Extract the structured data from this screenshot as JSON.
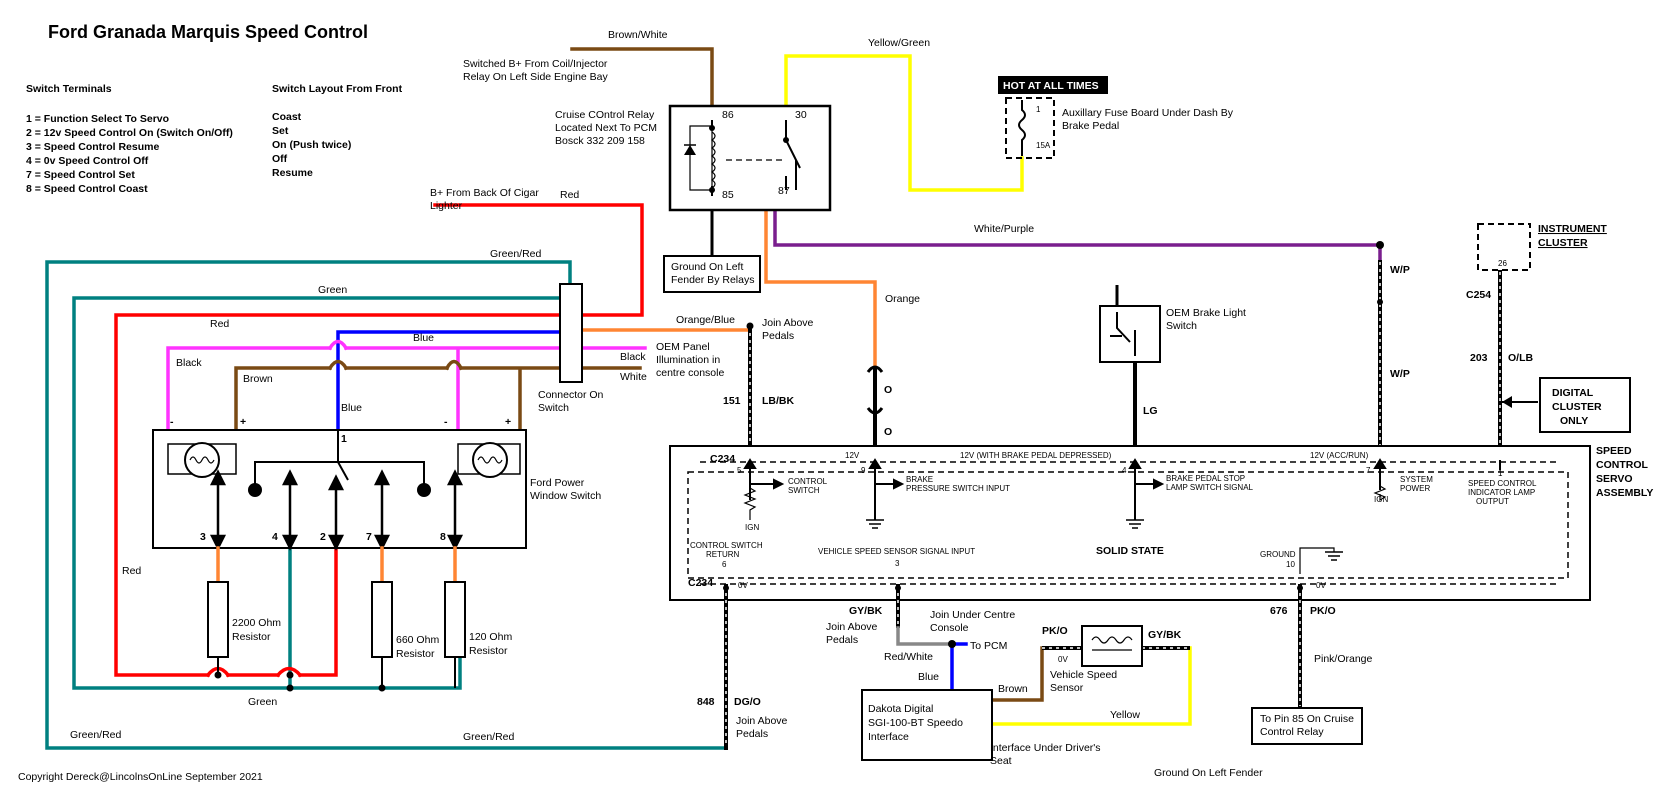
{
  "title": "Ford Granada Marquis Speed Control",
  "copyright": "Copyright Dereck@LincolnsOnLine September 2021",
  "switch_terminals": {
    "heading": "Switch Terminals",
    "items": [
      "1 = Function Select To Servo",
      "2 = 12v Speed Control On (Switch On/Off)",
      "3 = Speed Control Resume",
      "4 = 0v Speed Control Off",
      "7 = Speed Control Set",
      "8 = Speed Control Coast"
    ]
  },
  "switch_layout": {
    "heading": "Switch Layout From Front",
    "items": [
      "Coast",
      "Set",
      "On (Push twice)",
      "Off",
      "Resume"
    ]
  },
  "labels": {
    "brown_white": "Brown/White",
    "switched_b1": "Switched B+ From Coil/Injector",
    "switched_b2": "Relay On Left Side Engine Bay",
    "yellow_green": "Yellow/Green",
    "hot_at_all_times": "HOT AT ALL TIMES",
    "aux_fuse1": "Auxillary Fuse Board Under Dash By",
    "aux_fuse2": "Brake Pedal",
    "fuse_num": "1",
    "fuse_amp": "15A",
    "relay1": "Cruise COntrol Relay",
    "relay2": "Located Next To PCM",
    "relay3": "Bosck 332 209 158",
    "pin86": "86",
    "pin30": "30",
    "pin85": "85",
    "pin87": "87",
    "b_cigar1": "B+ From Back Of Cigar",
    "b_cigar2": "Lighter",
    "red_top": "Red",
    "ground_relay1": "Ground On Left",
    "ground_relay2": "Fender By Relays",
    "white_purple": "White/Purple",
    "instrument1": "INSTRUMENT",
    "instrument2": "CLUSTER",
    "cluster_pin": "26",
    "green_red_top": "Green/Red",
    "green_top": "Green",
    "red_mid": "Red",
    "blue_mid": "Blue",
    "black_left": "Black",
    "brown_left": "Brown",
    "blue_vert": "Blue",
    "orange_blue": "Orange/Blue",
    "join_above1": "Join Above",
    "join_above2": "Pedals",
    "oem_panel1": "OEM Panel",
    "oem_panel2": "Illumination in",
    "oem_panel3": "centre console",
    "black_right": "Black",
    "white_right": "White",
    "connector1": "Connector On",
    "connector2": "Switch",
    "orange": "Orange",
    "oem_brake1": "OEM Brake Light",
    "oem_brake2": "Switch",
    "wp_top": "W/P",
    "wp_mid": "W/P",
    "c254": "C254",
    "wire203": "203",
    "olb": "O/LB",
    "digital1": "DIGITAL",
    "digital2": "CLUSTER",
    "digital3": "ONLY",
    "wire151": "151",
    "lbbk": "LB/BK",
    "o_upper": "O",
    "o_lower": "O",
    "lg": "LG",
    "speed_control1": "SPEED",
    "speed_control2": "CONTROL",
    "speed_control3": "SERVO",
    "speed_control4": "ASSEMBLY",
    "c234_top": "C234",
    "twelve_v": "12V",
    "twelve_v_brake": "12V (WITH BRAKE PEDAL DEPRESSED)",
    "twelve_v_acc": "12V (ACC/RUN)",
    "pin5": "5",
    "control_switch1": "CONTROL",
    "control_switch2": "SWITCH",
    "pin9": "9",
    "brake_pressure1": "BRAKE",
    "brake_pressure2": "PRESSURE SWITCH INPUT",
    "pin4s": "4",
    "brake_stop1": "BRAKE PEDAL STOP",
    "brake_stop2": "LAMP SWITCH SIGNAL",
    "pin7s": "7",
    "system_power1": "SYSTEM",
    "system_power2": "POWER",
    "pin1s": "1",
    "sc_indicator1": "SPEED CONTROL",
    "sc_indicator2": "INDICATOR LAMP",
    "sc_indicator3": "OUTPUT",
    "ign1": "IGN",
    "ign2": "IGN",
    "cs_return1": "CONTROL SWITCH",
    "cs_return2": "RETURN",
    "pin6": "6",
    "vss_input": "VEHICLE SPEED SENSOR SIGNAL INPUT",
    "pin3s": "3",
    "solid_state": "SOLID STATE",
    "ground_lbl": "GROUND",
    "pin10": "10",
    "c234_bot": "C234",
    "zero_v1": "0V",
    "zero_v2": "0V",
    "ford_pw1": "Ford Power",
    "ford_pw2": "Window Switch",
    "sw_minus_l": "-",
    "sw_plus_l": "+",
    "sw_minus_r": "-",
    "sw_plus_r": "+",
    "sw_pin1": "1",
    "sw_pin3": "3",
    "sw_pin4": "4",
    "sw_pin2": "2",
    "sw_pin7": "7",
    "sw_pin8": "8",
    "red_left": "Red",
    "r2200a": "2200 Ohm",
    "r2200b": "Resistor",
    "r660a": "660 Ohm",
    "r660b": "Resistor",
    "r120a": "120 Ohm",
    "r120b": "Resistor",
    "green_bot": "Green",
    "green_red_bl": "Green/Red",
    "green_red_bc": "Green/Red",
    "gybk": "GY/BK",
    "join_above3": "Join Above",
    "join_above4": "Pedals",
    "join_centre1": "Join Under Centre",
    "join_centre2": "Console",
    "to_pcm": "To PCM",
    "red_white": "Red/White",
    "blue_bot": "Blue",
    "pko_mid": "PK/O",
    "zero_v3": "0V",
    "vss1": "Vehicle Speed",
    "vss2": "Sensor",
    "gybk_right": "GY/BK",
    "brown_bot": "Brown",
    "dakota1": "Dakota Digital",
    "dakota2": "SGI-100-BT Speedo",
    "dakota3": "Interface",
    "yellow": "Yellow",
    "interface1": "Interface Under Driver's",
    "interface2": "Seat",
    "wire676": "676",
    "pko": "PK/O",
    "pink_orange": "Pink/Orange",
    "to_pin85a": "To Pin 85 On Cruise",
    "to_pin85b": "Control Relay",
    "ground_fender": "Ground On Left Fender",
    "wire848": "848",
    "dgo": "DG/O",
    "join_above5": "Join Above",
    "join_above6": "Pedals"
  },
  "colors": {
    "brown": "#7a4a14",
    "yellow": "#ffff00",
    "red": "#ff0000",
    "purple": "#7a1e8e",
    "orange": "#ff8533",
    "teal": "#008080",
    "blue": "#0000ff",
    "magenta": "#ff33ff",
    "grey": "#888888"
  }
}
